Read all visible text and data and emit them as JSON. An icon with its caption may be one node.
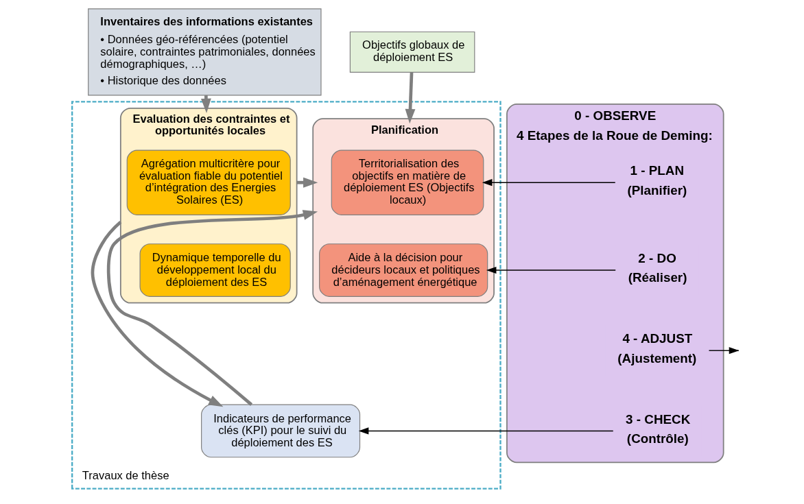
{
  "diagram": {
    "nodes": [
      {
        "text": [
          "Inventaires des informations existantes",
          "• Données géo-référencées (potentiel solaire, contraintes patrimoniales, données démographiques, …)",
          "• Historique des données"
        ]
      },
      {
        "text": [
          "Objectifs globaux de déploiement ES"
        ]
      },
      {
        "text": [
          "Travaux de thèse"
        ]
      },
      {
        "text": [
          "Evaluation des contraintes et opportunités locales"
        ],
        "in": 2
      },
      {
        "text": [
          "Agrégation multicritère pour évaluation fiable du potentiel d’intégration des Energies Solaires (ES)"
        ],
        "in": 3
      },
      {
        "text": [
          "Dynamique temporelle du développement local du déploiement des ES"
        ],
        "in": 3
      },
      {
        "text": [
          "Planification"
        ],
        "in": 2
      },
      {
        "text": [
          "Territorialisation des objectifs en matière de déploiement ES (Objectifs locaux)"
        ],
        "in": 6
      },
      {
        "text": [
          "Aide à la décision pour décideurs locaux et politiques d’aménagement énergétique"
        ],
        "in": 6
      },
      {
        "text": [
          "Indicateurs de performance clés (KPI) pour le suivi du déploiement des ES"
        ],
        "in": 2
      },
      {
        "text": [
          "0 - OBSERVE",
          "4 Etapes de la Roue de Deming:"
        ]
      },
      {
        "text": [
          "1 - PLAN",
          "(Planifier)"
        ],
        "in": 10
      },
      {
        "text": [
          "2 - DO",
          "(Réaliser)"
        ],
        "in": 10
      },
      {
        "text": [
          "4 - ADJUST",
          "(Ajustement)"
        ],
        "in": 10
      },
      {
        "text": [
          "3 - CHECK",
          "(Contrôle)"
        ],
        "in": 10
      }
    ],
    "edges": [
      {
        "from": 0,
        "to": 3,
        "arrow": "to"
      },
      {
        "from": 1,
        "to": 6,
        "arrow": "to"
      },
      {
        "from": 3,
        "to": 6,
        "arrow": "to"
      },
      {
        "from": 3,
        "to": 9,
        "arrow": "to"
      },
      {
        "from": 9,
        "to": 6,
        "arrow": "to"
      },
      {
        "from": 11,
        "to": 7,
        "arrow": "to",
        "color": "#000000"
      },
      {
        "from": 12,
        "to": 8,
        "arrow": "to",
        "color": "#000000"
      },
      {
        "from": 13,
        "to": null,
        "arrow": "to",
        "color": "#000000"
      },
      {
        "from": 14,
        "to": 9,
        "arrow": "to",
        "color": "#000000"
      }
    ]
  }
}
